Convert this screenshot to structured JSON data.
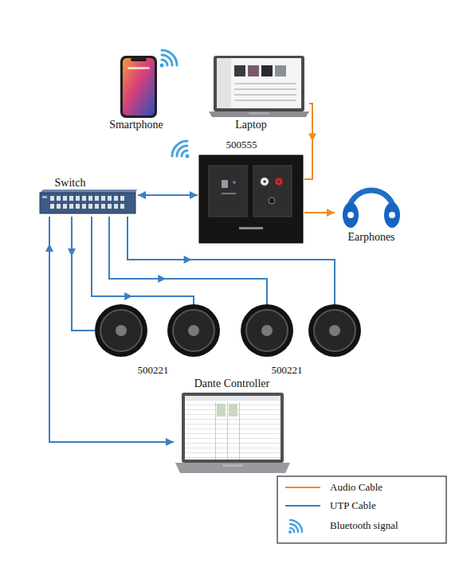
{
  "diagram": {
    "nodes": [
      {
        "text": [
          "Smartphone"
        ]
      },
      {
        "text": [
          "Laptop"
        ]
      },
      {
        "text": [
          "500555"
        ]
      },
      {
        "text": [
          "Switch"
        ]
      },
      {
        "text": [
          "Earphones"
        ]
      },
      {
        "text": []
      },
      {
        "text": []
      },
      {
        "text": []
      },
      {
        "text": []
      },
      {
        "text": [
          "Dante Controller"
        ]
      }
    ],
    "edges": [
      {
        "from": 1,
        "to": 2,
        "arrow": "to"
      },
      {
        "from": 3,
        "to": 2,
        "arrow": "both"
      },
      {
        "from": 2,
        "to": 4,
        "arrow": "to"
      },
      {
        "from": 3,
        "to": 5,
        "arrow": "to"
      },
      {
        "from": 3,
        "to": 6,
        "arrow": "to"
      },
      {
        "from": 3,
        "to": 7,
        "arrow": "to"
      },
      {
        "from": 3,
        "to": 8,
        "arrow": "to"
      },
      {
        "from": 3,
        "to": 9,
        "arrow": "both"
      }
    ],
    "labels": [
      "500221",
      "500221"
    ],
    "legend": [
      {
        "text": "Audio Cable"
      },
      {
        "text": "UTP Cable"
      },
      {
        "text": "Bluetooth signal"
      }
    ]
  }
}
